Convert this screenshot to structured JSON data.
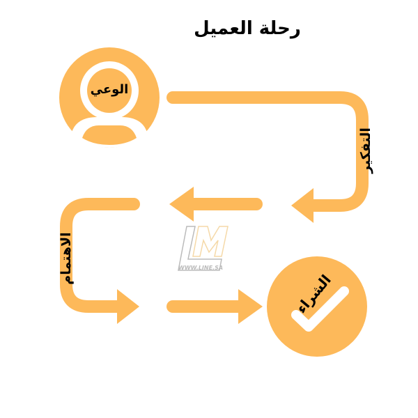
{
  "title": "رحلة العميل",
  "stages": [
    {
      "label": "الوعي",
      "icon": "user-icon"
    },
    {
      "label": "التفكير"
    },
    {
      "label": "الاهتمام"
    },
    {
      "label": "الشراء",
      "icon": "checkmark-icon"
    }
  ],
  "watermark": {
    "text": "WWW.LINE.SA",
    "logo": "LM"
  },
  "colors": {
    "accent": "#FDB95A",
    "text": "#000000"
  }
}
